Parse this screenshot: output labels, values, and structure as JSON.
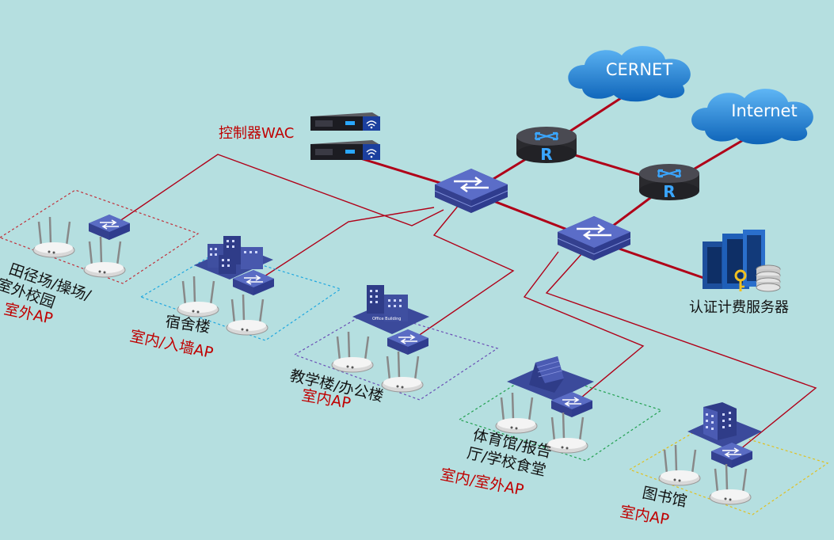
{
  "clouds": {
    "cernet": "CERNET",
    "internet": "Internet"
  },
  "router_letter": "R",
  "controller_label": "控制器WAC",
  "server_label": "认证计费服务器",
  "office_sign": "Office Building",
  "zones": {
    "field": {
      "name_line1": "田径场/操场/",
      "name_line2": "室外校园",
      "ap_type": "室外AP"
    },
    "dorm": {
      "name_line1": "宿舍楼",
      "ap_type": "室内/入墙AP"
    },
    "teaching": {
      "name_line1": "教学楼/办公楼",
      "ap_type": "室内AP"
    },
    "gym": {
      "name_line1": "体育馆/报告",
      "name_line2": "厅/学校食堂",
      "ap_type": "室内/室外AP"
    },
    "library": {
      "name_line1": "图书馆",
      "ap_type": "室内AP"
    }
  },
  "colors": {
    "background": "#b5dfe0",
    "link_red": "#b00018",
    "label_red": "#c00000",
    "cloud_blue": "#1f86d8",
    "switch_blue": "#3f4fa8",
    "zone_field": "#c0303a",
    "zone_dorm": "#1ea7e0",
    "zone_teaching": "#6a4fb5",
    "zone_gym": "#22a050",
    "zone_library": "#e0c020"
  }
}
